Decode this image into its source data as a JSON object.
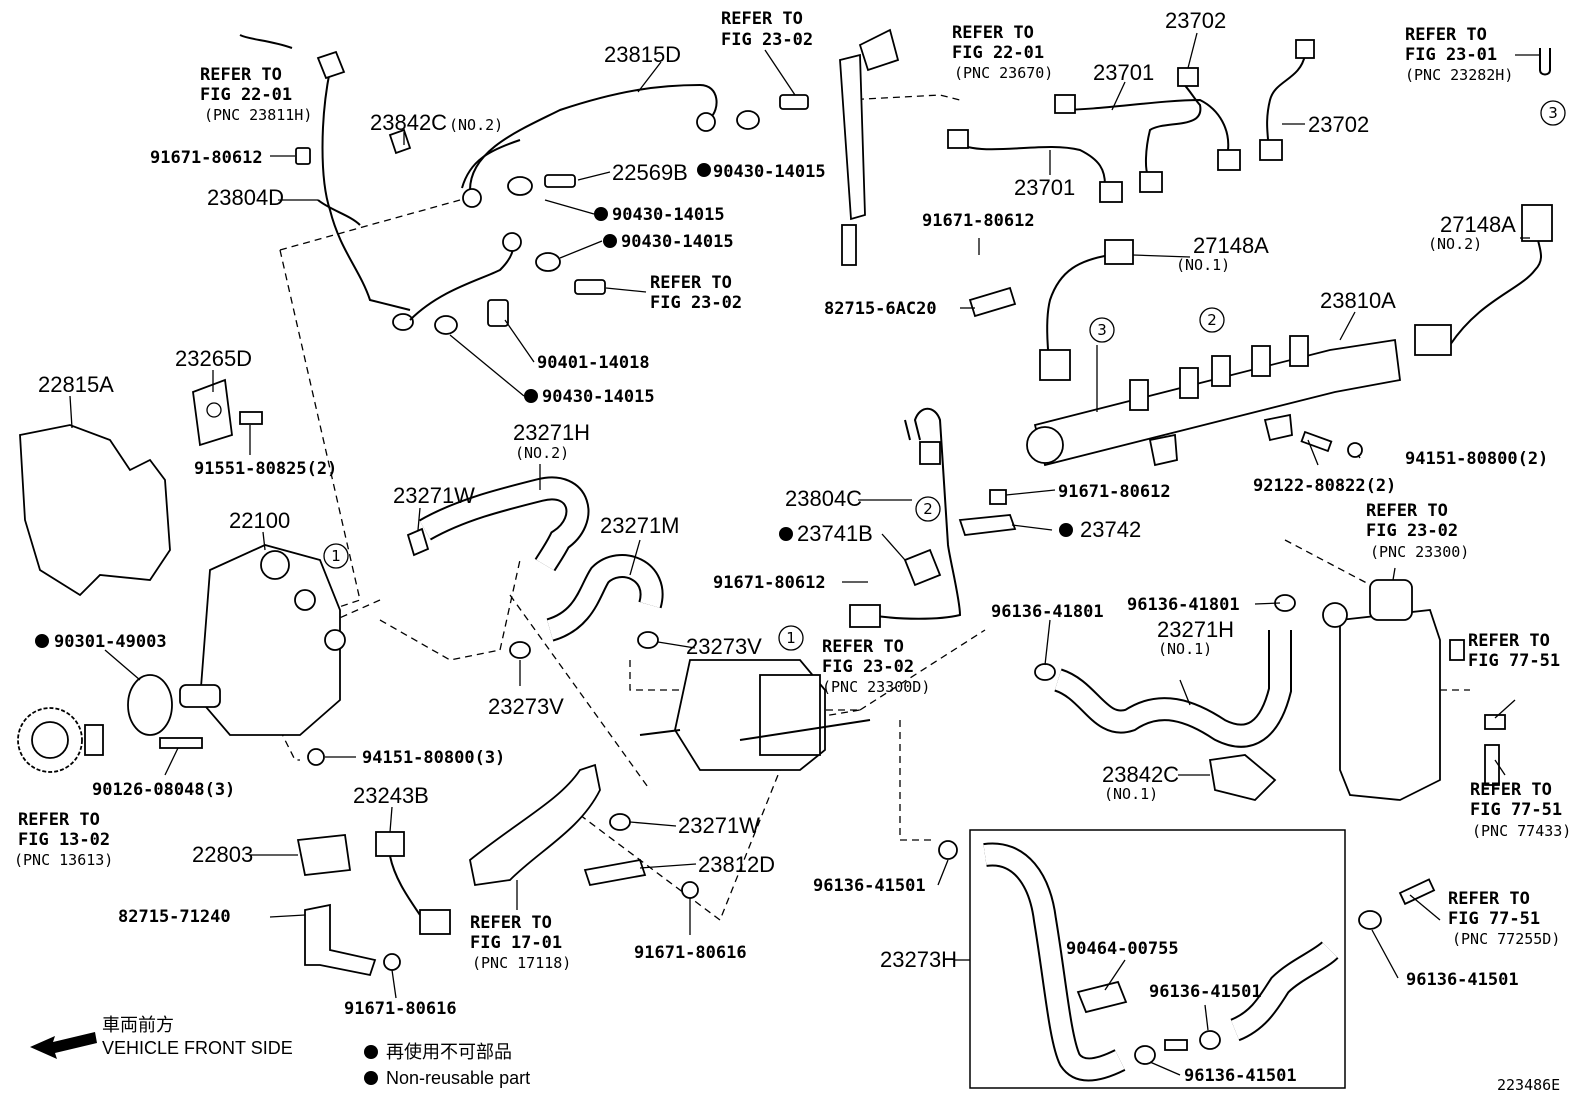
{
  "diagram_id": "223486E",
  "legend": {
    "direction_cn": "車両前方",
    "direction_en": "VEHICLE FRONT SIDE",
    "nonreusable_cn": "再使用不可部品",
    "nonreusable_en": "Non-reusable part"
  },
  "labels": {
    "p23815D": "23815D",
    "p23702a": "23702",
    "p23701a": "23701",
    "p23701b": "23701",
    "p23702b": "23702",
    "p23842C2": "23842C",
    "p23842C2_sub": "(NO.2)",
    "p91671_a": "91671-80612",
    "p23804D": "23804D",
    "p22569B": "22569B",
    "p90430_a": "90430-14015",
    "p90430_b": "90430-14015",
    "p90430_c": "90430-14015",
    "p90430_d": "90430-14015",
    "p90401": "90401-14018",
    "p22815A": "22815A",
    "p23265D": "23265D",
    "p91551": "91551-80825(2)",
    "p23271H2": "23271H",
    "p23271H2_sub": "(NO.2)",
    "p23271W_a": "23271W",
    "p22100": "22100",
    "p23271M": "23271M",
    "p90301": "90301-49003",
    "p23273V_a": "23273V",
    "p23273V_b": "23273V",
    "p94151_a": "94151-80800(3)",
    "p90126": "90126-08048(3)",
    "p23243B": "23243B",
    "p22803": "22803",
    "p82715_a": "82715-71240",
    "p91671_b": "91671-80616",
    "p23271W_b": "23271W",
    "p23812D": "23812D",
    "p91671_c": "91671-80616",
    "p91671_d": "91671-80612",
    "p82715_b": "82715-6AC20",
    "p27148A1": "27148A",
    "p27148A1_sub": "(NO.1)",
    "p27148A2": "27148A",
    "p27148A2_sub": "(NO.2)",
    "p23810A": "23810A",
    "p94151_b": "94151-80800(2)",
    "p92122": "92122-80822(2)",
    "p23804C": "23804C",
    "p91671_e": "91671-80612",
    "p23742": "23742",
    "p23741B": "23741B",
    "p91671_f": "91671-80612",
    "p96136_a": "96136-41801",
    "p96136_b": "96136-41801",
    "p23271H1": "23271H",
    "p23271H1_sub": "(NO.1)",
    "p23842C1": "23842C",
    "p23842C1_sub": "(NO.1)",
    "p96136_c": "96136-41501",
    "p23273H": "23273H",
    "p90464": "90464-00755",
    "p96136_d": "96136-41501",
    "p96136_e": "96136-41501",
    "p96136_f": "96136-41501"
  },
  "refs": {
    "r1": [
      "REFER TO",
      "FIG 22-01",
      "(PNC 23811H)"
    ],
    "r2": [
      "REFER TO",
      "FIG 23-02"
    ],
    "r3": [
      "REFER TO",
      "FIG 22-01",
      "(PNC 23670)"
    ],
    "r4": [
      "REFER TO",
      "FIG 23-01",
      "(PNC 23282H)"
    ],
    "r5": [
      "REFER TO",
      "FIG 23-02"
    ],
    "r6": [
      "REFER TO",
      "FIG 13-02",
      "(PNC 13613)"
    ],
    "r7": [
      "REFER TO",
      "FIG 23-02",
      "(PNC 23300D)"
    ],
    "r8": [
      "REFER TO",
      "FIG 17-01",
      "(PNC 17118)"
    ],
    "r9": [
      "REFER TO",
      "FIG 23-02",
      "(PNC 23300)"
    ],
    "r10": [
      "REFER TO",
      "FIG 77-51"
    ],
    "r11": [
      "REFER TO",
      "FIG 77-51",
      "(PNC 77433)"
    ],
    "r12": [
      "REFER TO",
      "FIG 77-51",
      "(PNC 77255D)"
    ]
  },
  "markers": {
    "m1": "1",
    "m2": "2",
    "m3": "3"
  }
}
